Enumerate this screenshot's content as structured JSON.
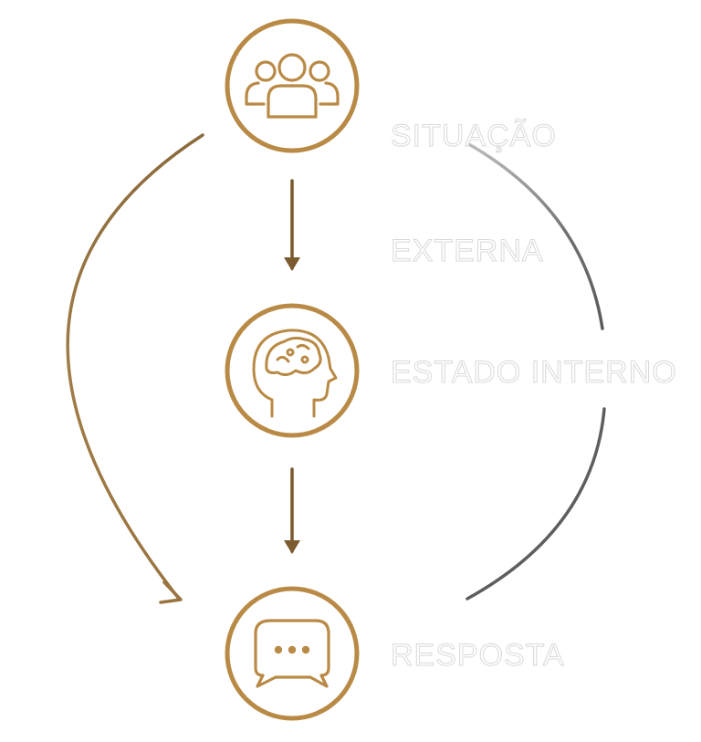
{
  "diagram": {
    "nodes": [
      {
        "id": "situacao",
        "label_line1": "SITUAÇÃO",
        "label_line2": "EXTERNA",
        "icon": "people-group-icon"
      },
      {
        "id": "estado",
        "label": "ESTADO INTERNO",
        "icon": "head-brain-icon"
      },
      {
        "id": "resposta",
        "label": "RESPOSTA",
        "icon": "speech-bubble-icon"
      }
    ],
    "colors": {
      "accent": "#b98a45",
      "arrow": "#7a5a2e",
      "gray": "#7a7a7a",
      "label_outline": "#d9d9d9"
    }
  }
}
